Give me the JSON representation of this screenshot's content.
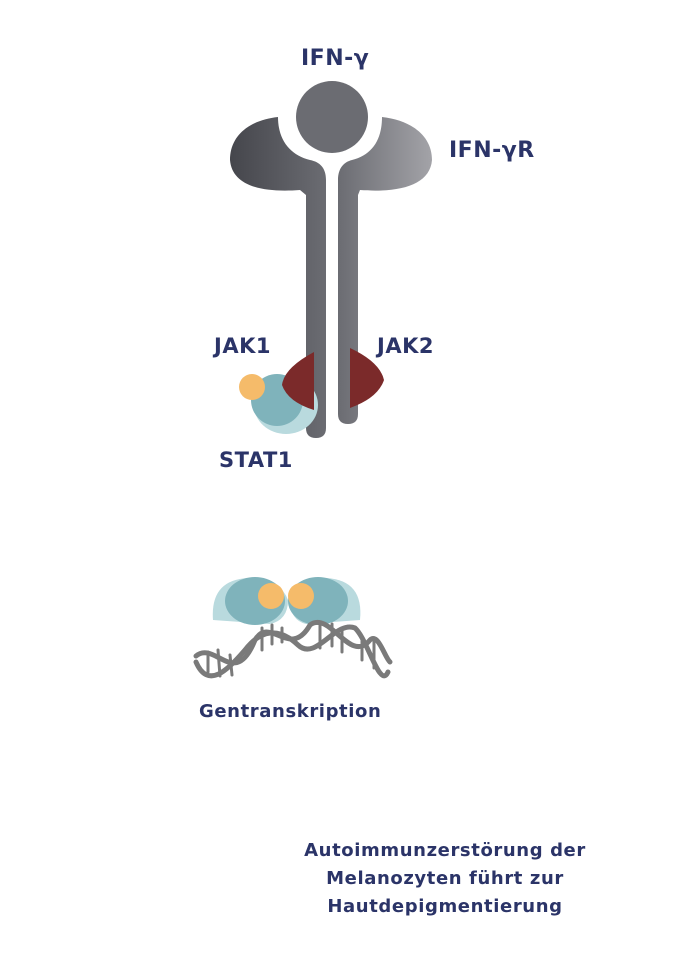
{
  "labels": {
    "ligand": "IFN-γ",
    "receptor": "IFN-γR",
    "jak1": "JAK1",
    "jak2": "JAK2",
    "stat1": "STAT1",
    "transcription": "Gentranskription"
  },
  "caption": {
    "line1": "Autoimmunzerstörung der",
    "line2": "Melanozyten führt zur",
    "line3": "Hautdepigmentierung"
  },
  "colors": {
    "text": "#2b3468",
    "receptor_dark": "#4a4b52",
    "receptor_light": "#9a9aa0",
    "ligand": "#6b6c72",
    "jak": "#7b2a2a",
    "stat_dark": "#7fb3bb",
    "stat_light": "#b9dade",
    "phosphate": "#f5bb6a",
    "dna": "#7a7a7a"
  },
  "icons": [
    "receptor-icon",
    "ligand-icon",
    "jak-kinase-icon",
    "stat-protein-icon",
    "dna-helix-icon"
  ]
}
